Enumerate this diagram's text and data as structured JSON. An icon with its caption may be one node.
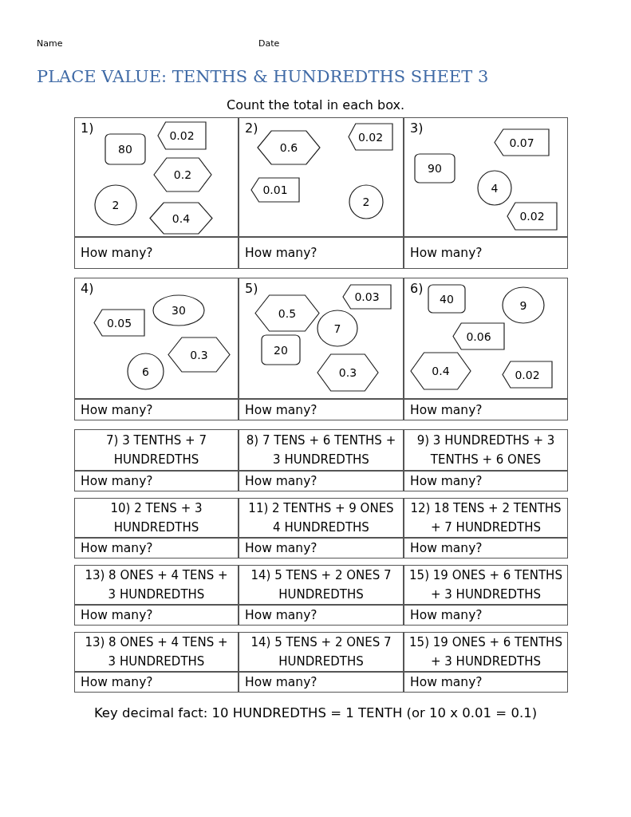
{
  "diagram": {
    "title": "PLACE VALUE: TENTHS & HUNDREDTHS SHEET 3",
    "nodes": [
      {
        "text": [
          "1)"
        ]
      },
      {
        "text": [
          "80"
        ],
        "in": 0
      },
      {
        "text": [
          "0.02"
        ],
        "in": 0
      },
      {
        "text": [
          "0.2"
        ],
        "in": 0
      },
      {
        "text": [
          "2"
        ],
        "in": 0
      },
      {
        "text": [
          "0.4"
        ],
        "in": 0
      },
      {
        "text": [
          "2)"
        ]
      },
      {
        "text": [
          "0.6"
        ],
        "in": 6
      },
      {
        "text": [
          "0.02"
        ],
        "in": 6
      },
      {
        "text": [
          "0.01"
        ],
        "in": 6
      },
      {
        "text": [
          "2"
        ],
        "in": 6
      },
      {
        "text": [
          "3)"
        ]
      },
      {
        "text": [
          "0.07"
        ],
        "in": 11
      },
      {
        "text": [
          "90"
        ],
        "in": 11
      },
      {
        "text": [
          "4"
        ],
        "in": 11
      },
      {
        "text": [
          "0.02"
        ],
        "in": 11
      },
      {
        "text": [
          "How many?"
        ]
      },
      {
        "text": [
          "How many?"
        ]
      },
      {
        "text": [
          "How many?"
        ]
      },
      {
        "text": [
          "4)"
        ]
      },
      {
        "text": [
          "30"
        ],
        "in": 19
      },
      {
        "text": [
          "0.05"
        ],
        "in": 19
      },
      {
        "text": [
          "0.3"
        ],
        "in": 19
      },
      {
        "text": [
          "6"
        ],
        "in": 19
      },
      {
        "text": [
          "5)"
        ]
      },
      {
        "text": [
          "0.03"
        ],
        "in": 24
      },
      {
        "text": [
          "0.5"
        ],
        "in": 24
      },
      {
        "text": [
          "7"
        ],
        "in": 24
      },
      {
        "text": [
          "20"
        ],
        "in": 24
      },
      {
        "text": [
          "0.3"
        ],
        "in": 24
      },
      {
        "text": [
          "6)"
        ]
      },
      {
        "text": [
          "40"
        ],
        "in": 30
      },
      {
        "text": [
          "9"
        ],
        "in": 30
      },
      {
        "text": [
          "0.06"
        ],
        "in": 30
      },
      {
        "text": [
          "0.4"
        ],
        "in": 30
      },
      {
        "text": [
          "0.02"
        ],
        "in": 30
      },
      {
        "text": [
          "How many?"
        ]
      },
      {
        "text": [
          "How many?"
        ]
      },
      {
        "text": [
          "How many?"
        ]
      },
      {
        "text": [
          "7) 3 TENTHS + 7 HUNDREDTHS"
        ]
      },
      {
        "text": [
          "8) 7 TENS + 6 TENTHS + 3 HUNDREDTHS"
        ]
      },
      {
        "text": [
          "9) 3 HUNDREDTHS + 3 TENTHS + 6 ONES"
        ]
      },
      {
        "text": [
          "How many?"
        ]
      },
      {
        "text": [
          "How many?"
        ]
      },
      {
        "text": [
          "How many?"
        ]
      },
      {
        "text": [
          "10) 2 TENS + 3 HUNDREDTHS"
        ]
      },
      {
        "text": [
          "11) 2 TENTHS + 9 ONES 4 HUNDREDTHS"
        ]
      },
      {
        "text": [
          "12) 18 TENS + 2 TENTHS + 7 HUNDREDTHS"
        ]
      },
      {
        "text": [
          "How many?"
        ]
      },
      {
        "text": [
          "How many?"
        ]
      },
      {
        "text": [
          "How many?"
        ]
      },
      {
        "text": [
          "13) 8 ONES + 4 TENS + 3 HUNDREDTHS"
        ]
      },
      {
        "text": [
          "14) 5 TENS + 2 ONES 7 HUNDREDTHS"
        ]
      },
      {
        "text": [
          "15) 19 ONES + 6 TENTHS + 3 HUNDREDTHS"
        ]
      },
      {
        "text": [
          "How many?"
        ]
      },
      {
        "text": [
          "How many?"
        ]
      },
      {
        "text": [
          "How many?"
        ]
      },
      {
        "text": [
          "13) 8 ONES + 4 TENS + 3 HUNDREDTHS"
        ]
      },
      {
        "text": [
          "14) 5 TENS + 2 ONES 7 HUNDREDTHS"
        ]
      },
      {
        "text": [
          "15) 19 ONES + 6 TENTHS + 3 HUNDREDTHS"
        ]
      },
      {
        "text": [
          "How many?"
        ]
      },
      {
        "text": [
          "How many?"
        ]
      },
      {
        "text": [
          "How many?"
        ]
      }
    ],
    "labels": [
      "Name",
      "Date",
      "Count the total in each box.",
      "Key decimal fact: 10 HUNDREDTHS = 1 TENTH (or 10 x 0.01 = 0.1)"
    ]
  }
}
